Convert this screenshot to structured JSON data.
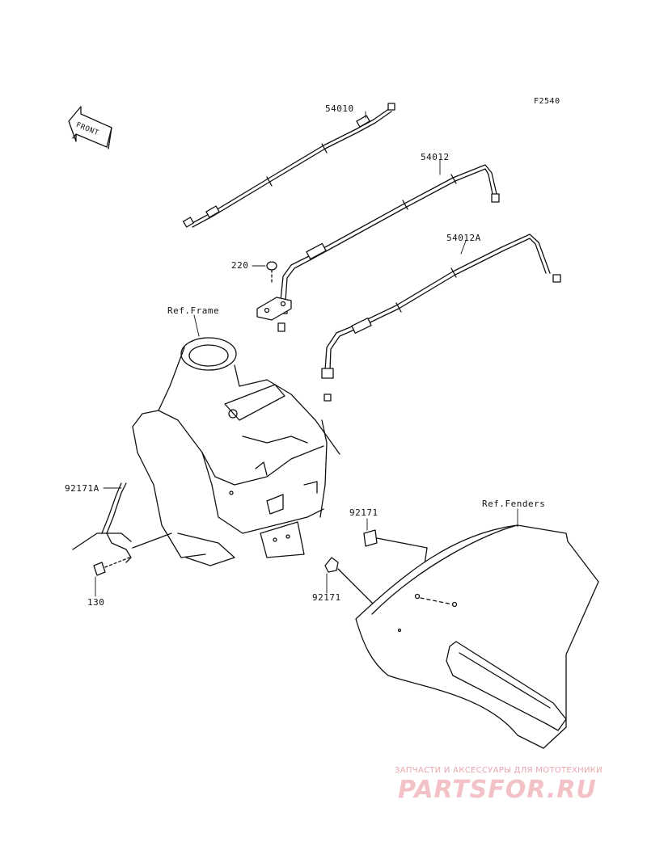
{
  "figure_code": "F2540",
  "front_label": "FRONT",
  "references": {
    "frame": "Ref.Frame",
    "fenders": "Ref.Fenders"
  },
  "parts": [
    {
      "number": "54010"
    },
    {
      "number": "54012"
    },
    {
      "number": "54012A"
    },
    {
      "number": "220"
    },
    {
      "number": "92171A"
    },
    {
      "number": "130"
    },
    {
      "number": "92171"
    },
    {
      "number": "92171"
    }
  ],
  "watermark": {
    "tagline": "ЗАПЧАСТИ И АКСЕССУАРЫ ДЛЯ МОТОТЕХНИКИ",
    "logo": "PARTSFOR.RU",
    "color": "#e8a7ae"
  }
}
